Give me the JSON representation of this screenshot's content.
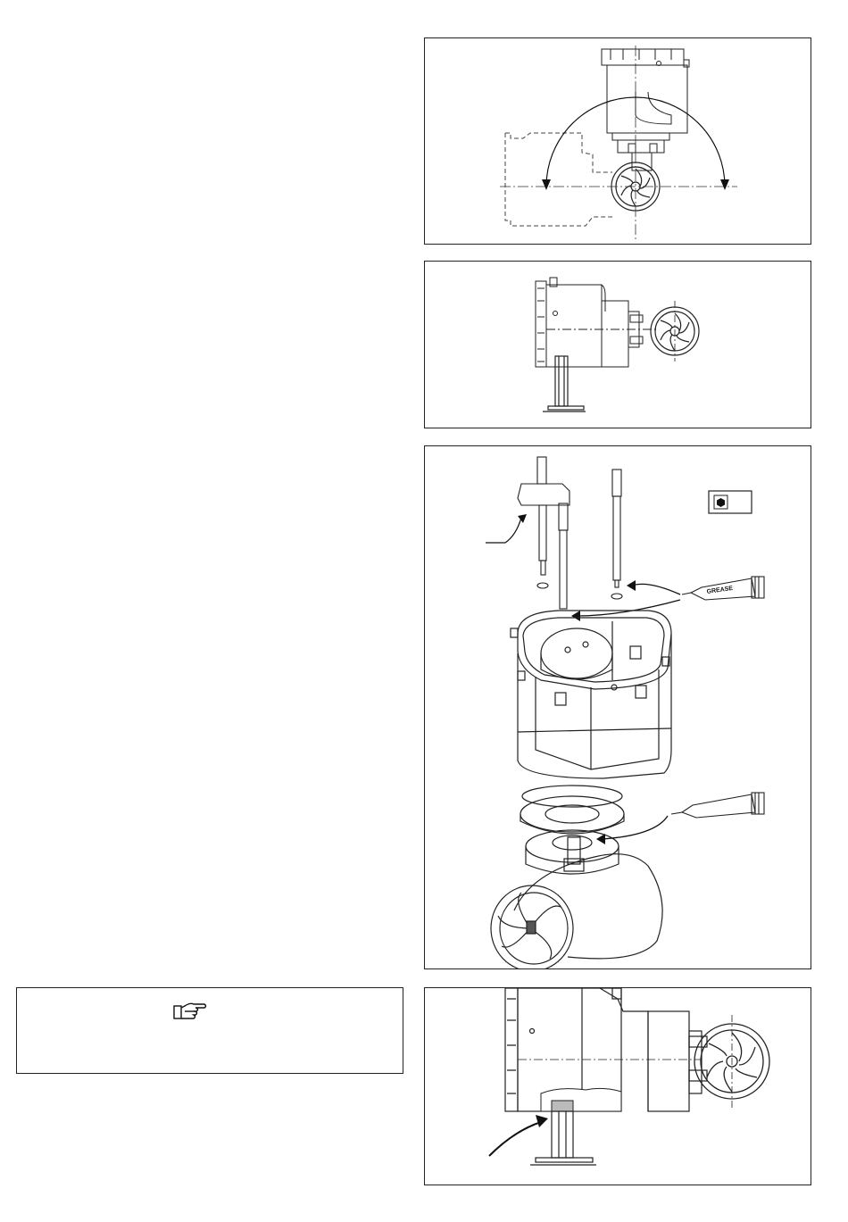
{
  "figures": {
    "fig1": {
      "name": "rotation-diagram"
    },
    "fig2": {
      "name": "side-view-mounted"
    },
    "fig3": {
      "name": "exploded-assembly"
    },
    "fig4": {
      "name": "close-up-side-view"
    }
  },
  "assembly": {
    "grease_tube_label": "GREASE"
  },
  "note": {
    "icon": "pointing-hand-icon"
  }
}
